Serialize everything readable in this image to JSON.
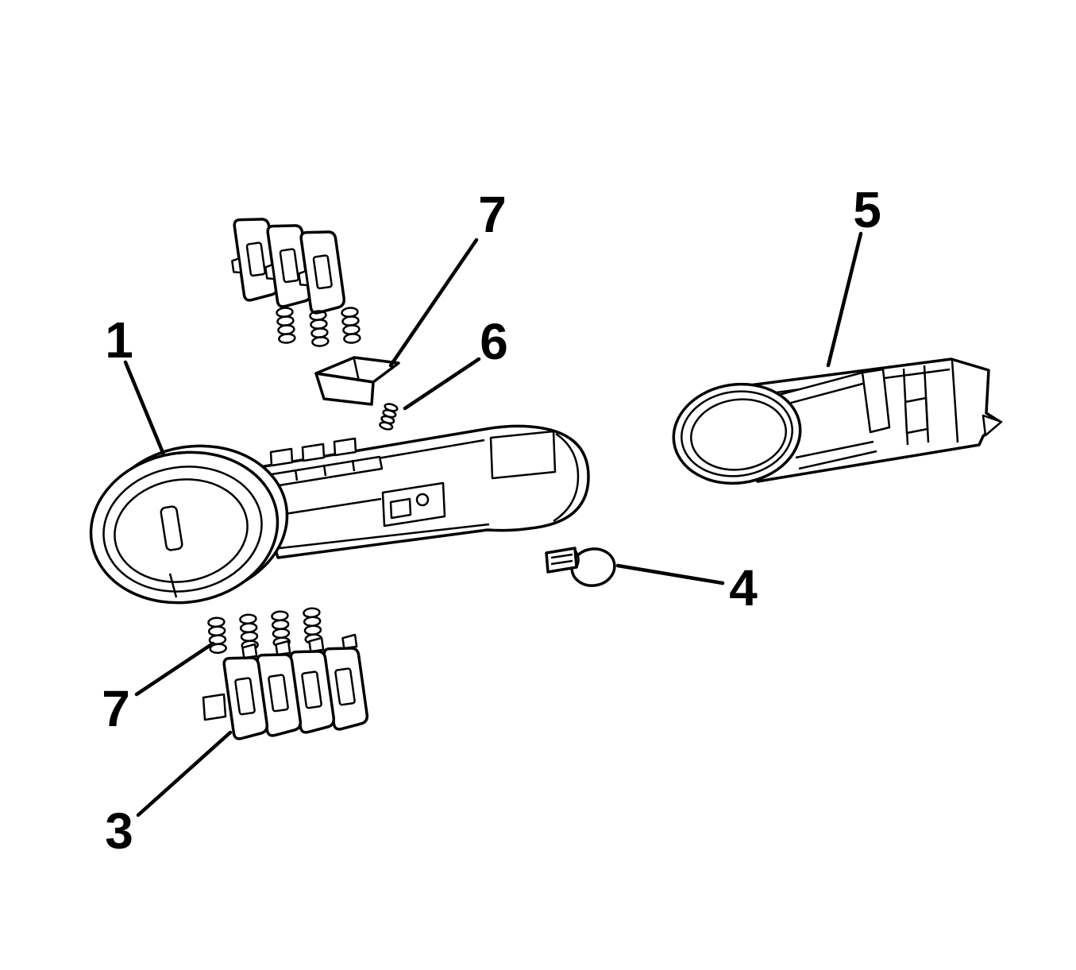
{
  "figure": {
    "type": "exploded-parts-diagram",
    "subject": "lock-cylinder-assembly",
    "background_color": "#ffffff",
    "line_color": "#000000"
  },
  "callouts": [
    {
      "label": "7",
      "target": "tumbler-retainer"
    },
    {
      "label": "6",
      "target": "retainer-spring"
    },
    {
      "label": "5",
      "target": "lock-cylinder-housing"
    },
    {
      "label": "1",
      "target": "lock-cylinder"
    },
    {
      "label": "4",
      "target": "lock-clip"
    },
    {
      "label": "7",
      "target": "tumbler-springs"
    },
    {
      "label": "3",
      "target": "tumbler-set"
    }
  ]
}
